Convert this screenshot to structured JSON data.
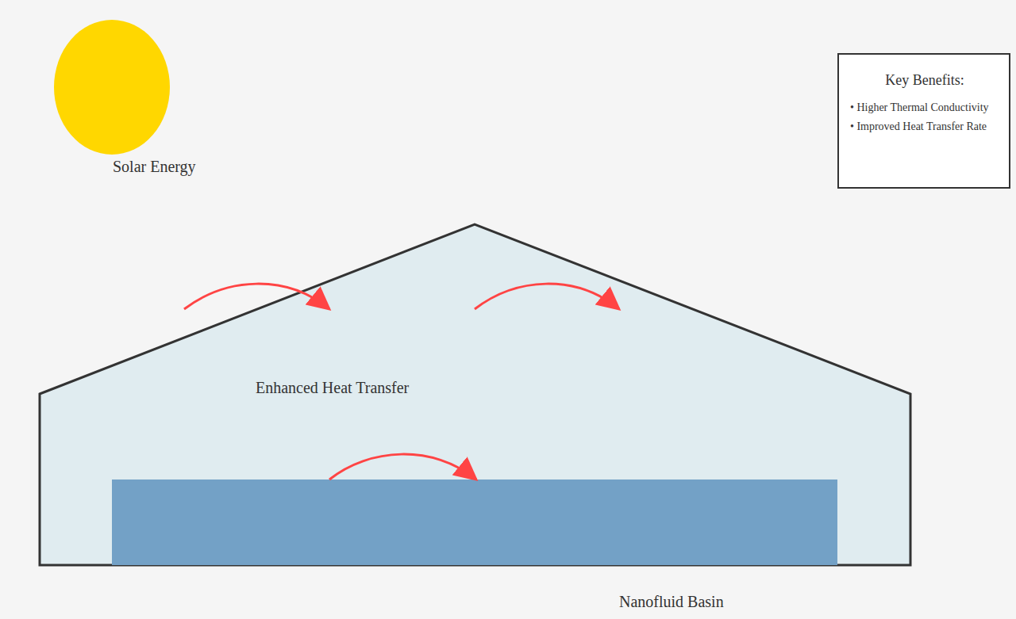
{
  "diagram": {
    "nodes": [
      {
        "text": [
          "Solar Energy"
        ]
      },
      {
        "text": [
          "Enhanced Heat Transfer"
        ]
      },
      {
        "text": [
          "Nanofluid Basin"
        ],
        "in": 1
      },
      {
        "text": [
          "Key Benefits:",
          "• Higher Thermal Conductivity",
          "• Improved Heat Transfer Rate"
        ]
      }
    ]
  }
}
